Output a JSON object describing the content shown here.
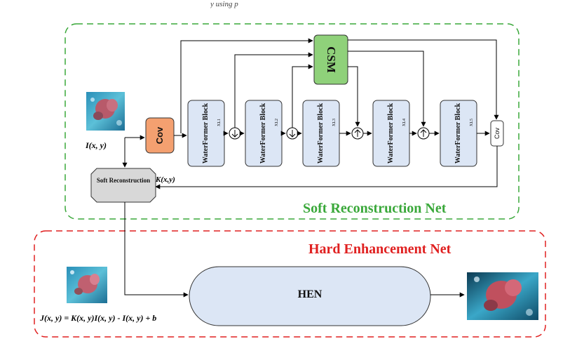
{
  "caption_fragment": "y using                                                                                                      p",
  "regions": {
    "soft_net_title": "Soft Reconstruction Net",
    "hard_net_title": "Hard Enhancement Net",
    "soft_color": "#3aa83a",
    "hard_color": "#e02020"
  },
  "blocks": {
    "cov_main": "Cov",
    "cov_small": "Cov",
    "csm": "CSM",
    "waterformer": "WaterFormer Block",
    "subscripts": [
      "XL1",
      "XL2",
      "XL3",
      "XL4",
      "XL5"
    ],
    "soft_reconstruction": "Soft Reconstruction",
    "hen": "HEN"
  },
  "labels": {
    "input": "I(x, y)",
    "k_map": "K(x,y)",
    "formula": "J(x, y) = K(x, y)I(x, y) - I(x, y) + b"
  },
  "colors": {
    "cov_fill": "#f4a070",
    "csm_fill": "#8fd17a",
    "block_fill": "#dce6f5",
    "soft_fill": "#d8d8d8",
    "hen_fill": "#dce6f5"
  },
  "icons": [
    "downsample-icon",
    "upsample-icon",
    "arrow-icon",
    "underwater-image-thumbnail"
  ]
}
